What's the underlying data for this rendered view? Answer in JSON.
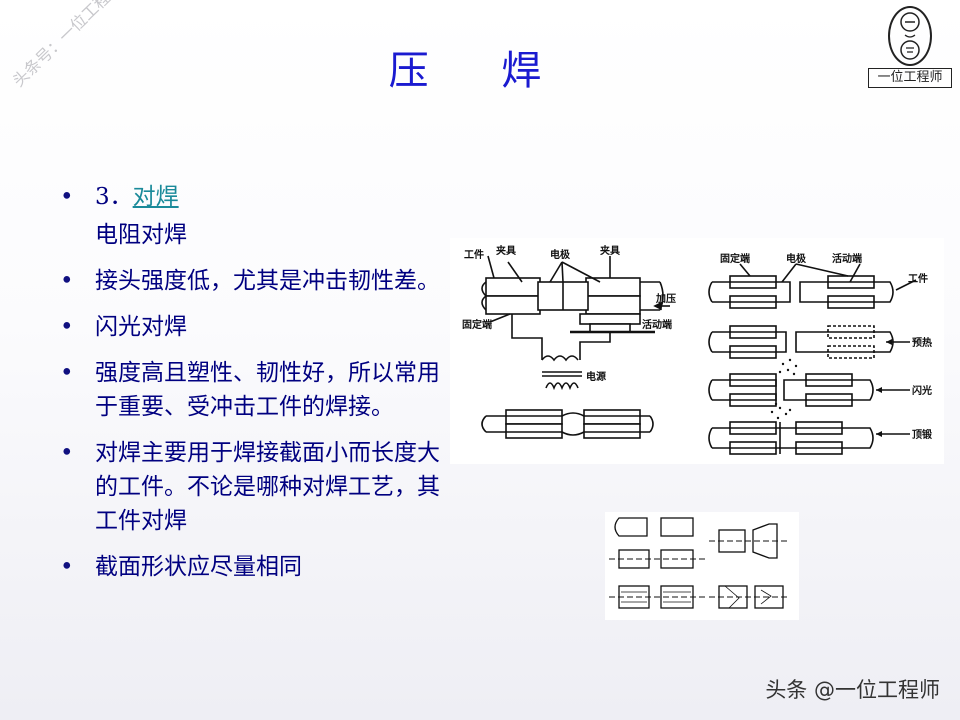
{
  "title": "压  焊",
  "watermark": "头条号：一位工程师",
  "logo": {
    "caption": "一位工程师"
  },
  "bullets": [
    {
      "text": "3．",
      "link": "对焊"
    },
    {
      "text": "电阻对焊"
    },
    {
      "text": "接头强度低，尤其是冲击韧性差。"
    },
    {
      "text": "闪光对焊"
    },
    {
      "text": "强度高且塑性、韧性好，所以常用于重要、受冲击工件的焊接。"
    },
    {
      "text": "对焊主要用于焊接截面小而长度大的工件。不论是哪种对焊工艺，其工件对焊"
    },
    {
      "text": "截面形状应尽量相同"
    }
  ],
  "figure_left": {
    "labels": {
      "workpiece": "工件",
      "clamp_left": "夹具",
      "electrode": "电极",
      "clamp_right": "夹具",
      "press": "加压",
      "fixed_end": "固定端",
      "moving_end": "活动端",
      "power": "电源"
    }
  },
  "figure_right": {
    "labels": {
      "fixed_end": "固定端",
      "electrode": "电极",
      "moving_end": "活动端",
      "workpiece": "工件",
      "preheat": "预热",
      "flash": "闪光",
      "upset": "顶锻"
    }
  },
  "footer": "头条 @一位工程师"
}
